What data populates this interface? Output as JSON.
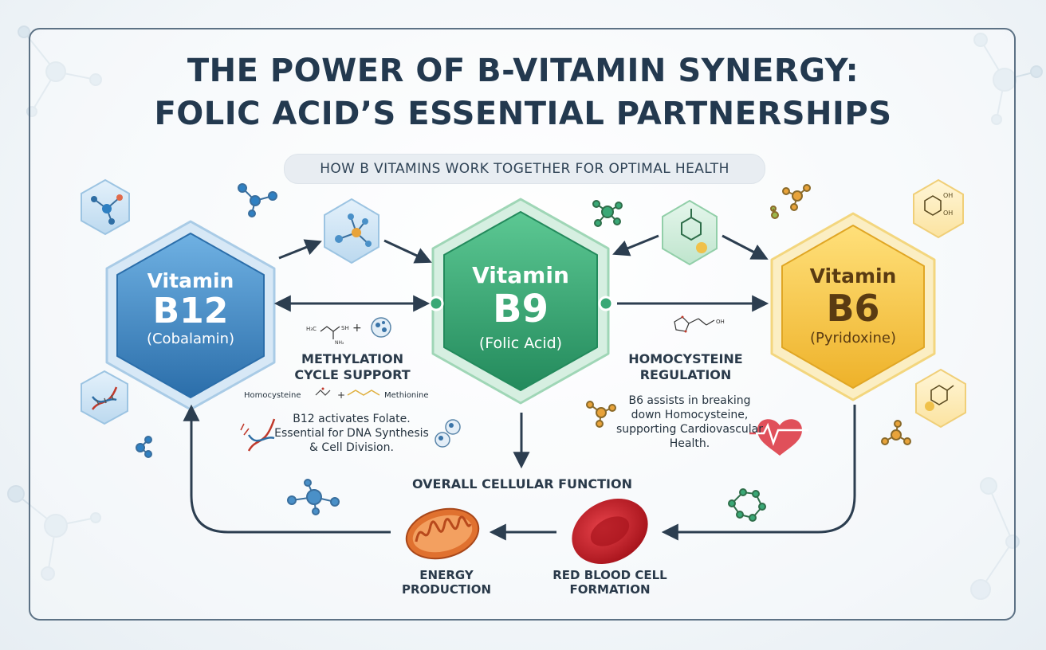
{
  "title": {
    "line1": "THE POWER OF B-VITAMIN SYNERGY:",
    "line2": "FOLIC ACID’S ESSENTIAL PARTNERSHIPS"
  },
  "subtitle": "HOW B VITAMINS WORK TOGETHER FOR OPTIMAL HEALTH",
  "vitamins": {
    "b12": {
      "word": "Vitamin",
      "code": "B12",
      "name": "(Cobalamin)",
      "color": "#3a86c2"
    },
    "b9": {
      "word": "Vitamin",
      "code": "B9",
      "name": "(Folic Acid)",
      "color": "#3aa876"
    },
    "b6": {
      "word": "Vitamin",
      "code": "B6",
      "name": "(Pyridoxine)",
      "color": "#f1c340"
    }
  },
  "methylation": {
    "title_line1": "METHYLATION",
    "title_line2": "CYCLE SUPPORT",
    "reactant": "Homocysteine",
    "product": "Methionine",
    "desc_line1": "B12 activates Folate.",
    "desc_line2": "Essential for DNA Synthesis",
    "desc_line3": "& Cell Division."
  },
  "homocysteine": {
    "title_line1": "HOMOCYSTEINE",
    "title_line2": "REGULATION",
    "desc_line1": "B6 assists in breaking",
    "desc_line2": "down Homocysteine,",
    "desc_line3": "supporting Cardiovascular",
    "desc_line4": "Health."
  },
  "overall": "OVERALL CELLULAR FUNCTION",
  "outcomes": {
    "energy_line1": "ENERGY",
    "energy_line2": "PRODUCTION",
    "rbc_line1": "RED BLOOD CELL",
    "rbc_line2": "FORMATION"
  },
  "molecule_labels": {
    "oh1": "OH",
    "oh2": "OH",
    "oh3": "OH",
    "h3c": "H₃C",
    "sh": "SH",
    "nh2": "NH₂"
  },
  "colors": {
    "title": "#23394f",
    "arrow": "#2c3e50",
    "blue": "#3a86c2",
    "green": "#3aa876",
    "gold": "#f1c340",
    "heart": "#e0505a",
    "rbc": "#c8202a",
    "mitochondria": "#e0712f"
  },
  "icons": [
    "molecule-icon",
    "dna-icon",
    "benzene-icon",
    "heart-icon",
    "mitochondria-icon",
    "red-blood-cell-icon"
  ]
}
